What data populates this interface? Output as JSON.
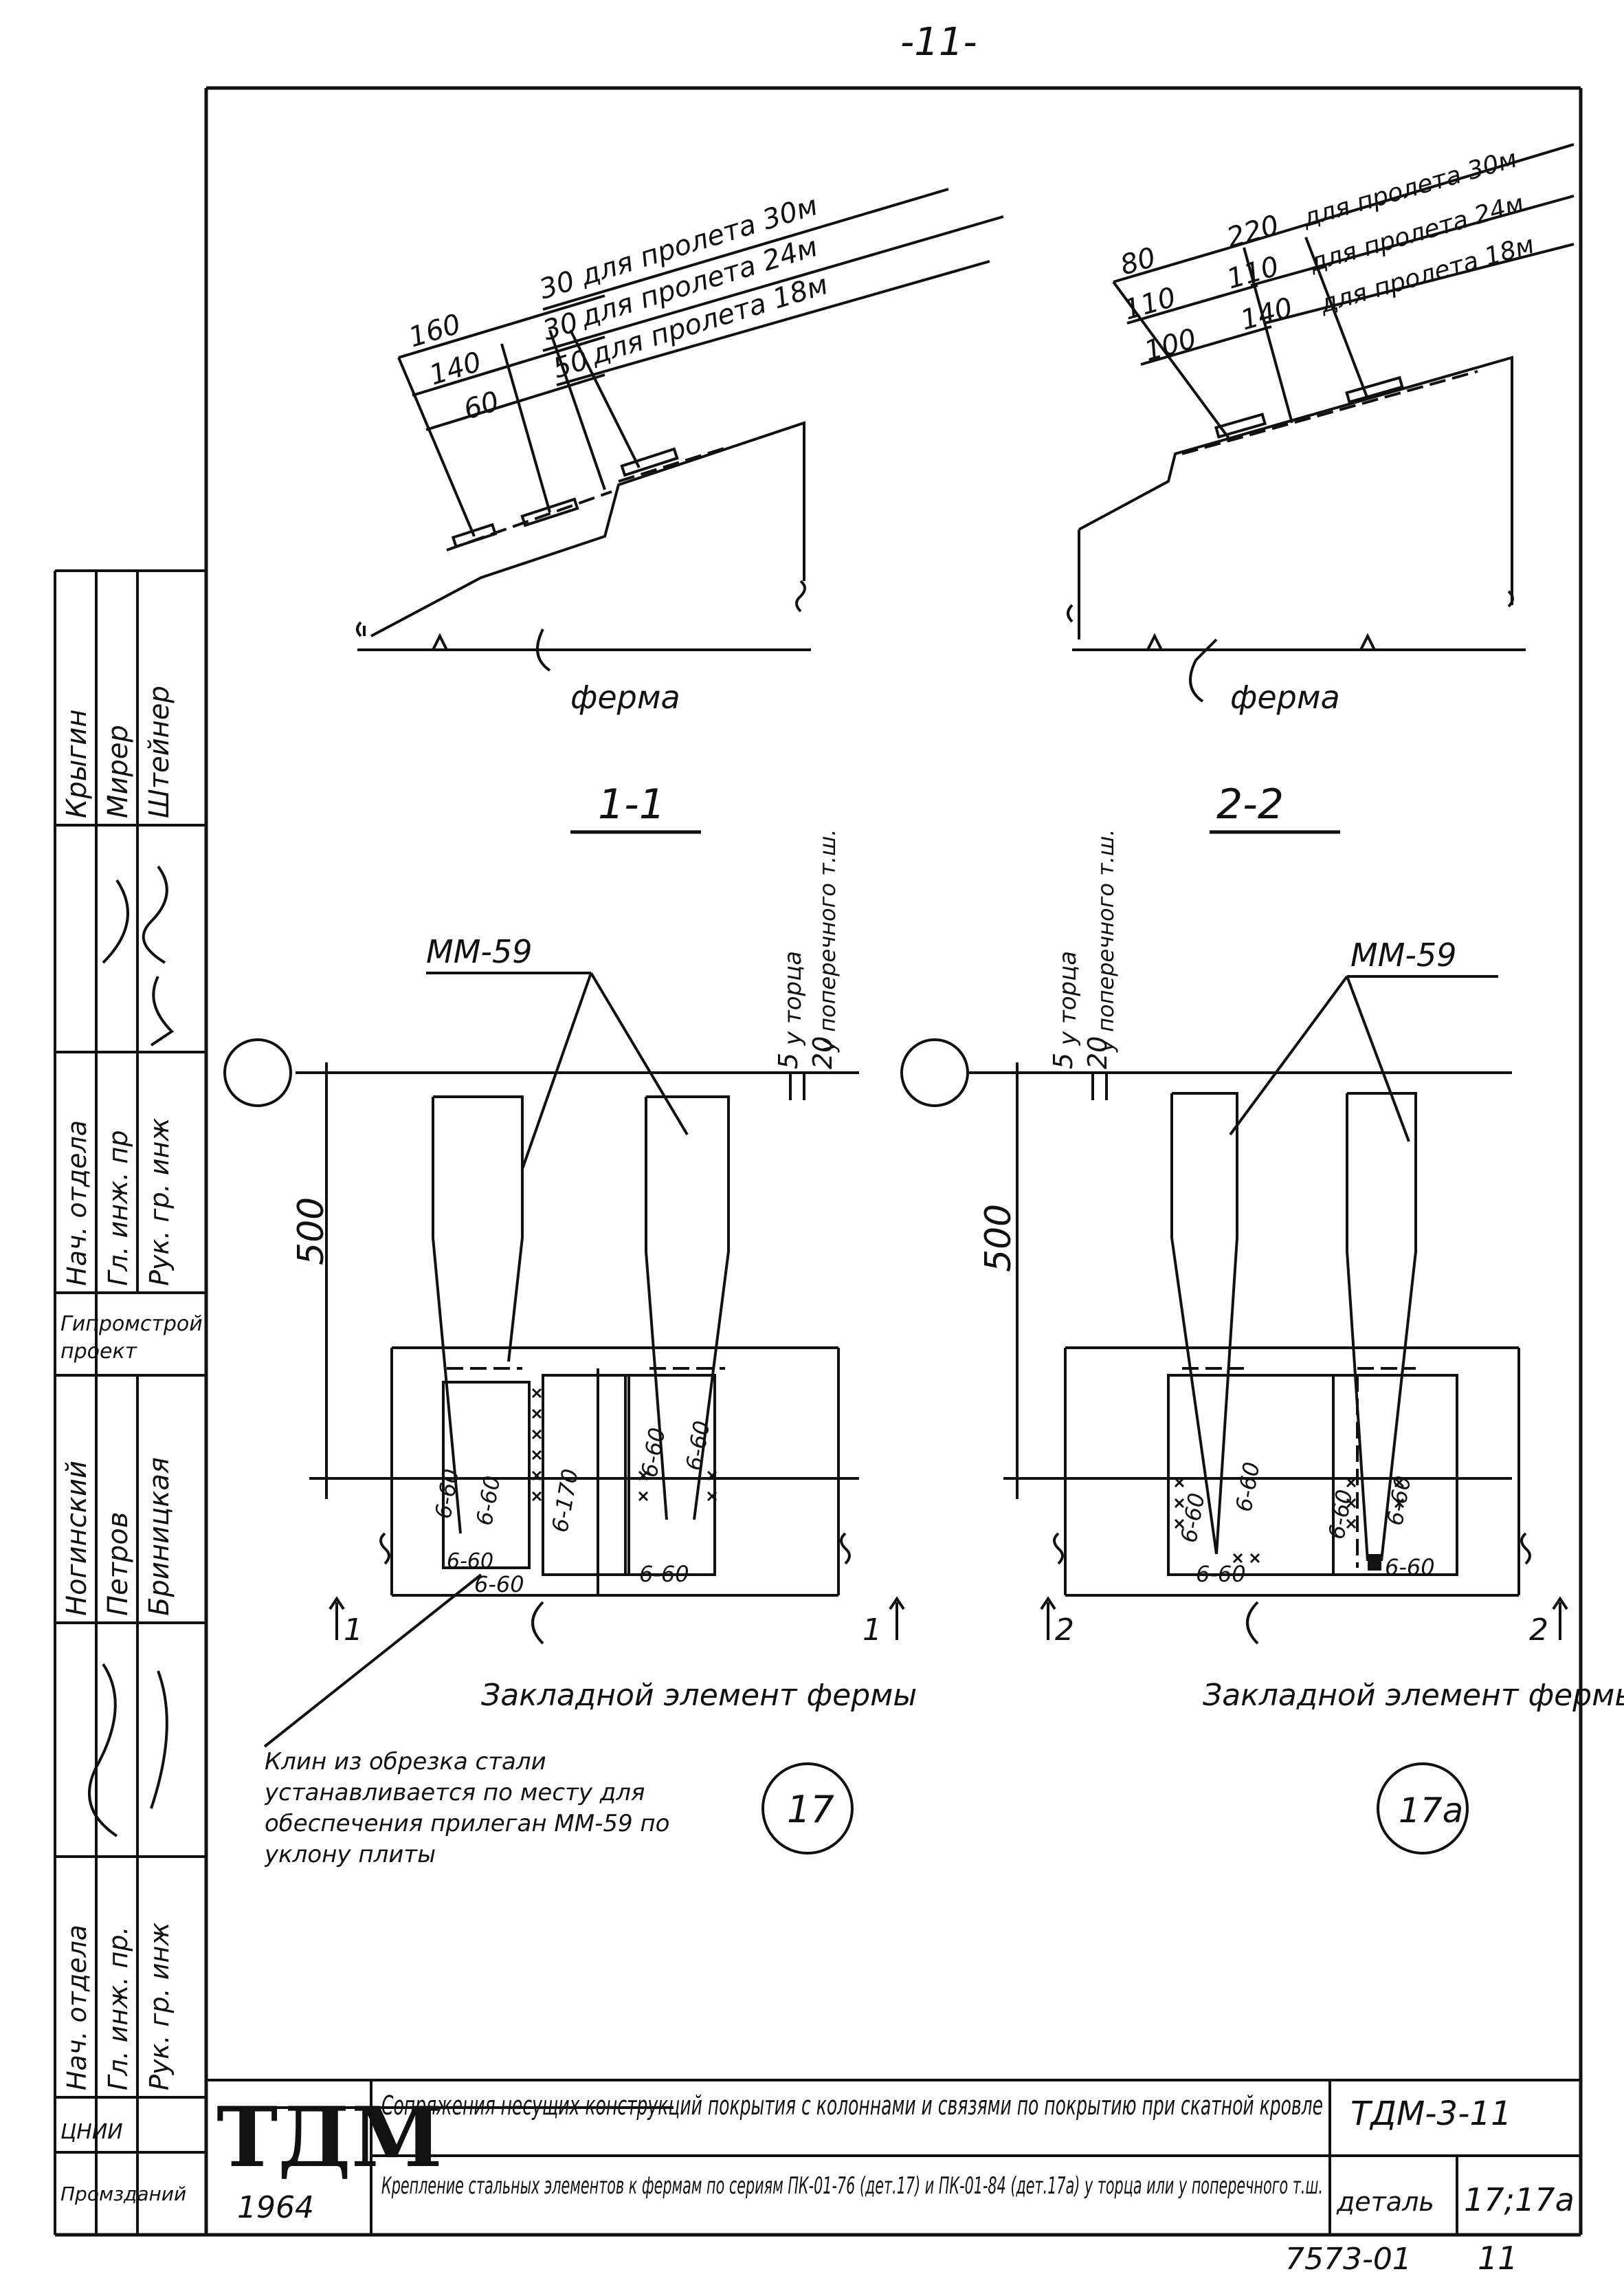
{
  "page_number": "-11-",
  "sections": {
    "left": {
      "dims": [
        "160",
        "140",
        "60",
        "30",
        "30",
        "50"
      ],
      "span_notes": [
        "для пролета 30м",
        "для пролета 24м",
        "для пролета 18м"
      ],
      "truss_label": "ферма",
      "section_label": "1-1"
    },
    "right": {
      "dims": [
        "80",
        "110",
        "100",
        "220",
        "110",
        "140"
      ],
      "span_notes": [
        "для пролета 30м",
        "для пролета 24м",
        "для пролета 18м"
      ],
      "truss_label": "ферма",
      "section_label": "2-2"
    }
  },
  "details": {
    "left": {
      "part_mark": "ММ-59",
      "height_dim": "500",
      "offsets": [
        "5",
        "20"
      ],
      "offset_notes": [
        "у торца",
        "у поперечного т.ш."
      ],
      "welds": [
        "6-60",
        "6-60",
        "6-170",
        "6-60",
        "6-60",
        "6-60",
        "6-60",
        "6-60"
      ],
      "embedded_label": "Закладной элемент фермы",
      "cut_mark": "1",
      "detail_number": "17",
      "note": "Клин из обрезка стали устанавливается по месту для обеспечения прилеган ММ-59 по уклону плиты"
    },
    "right": {
      "part_mark": "ММ-59",
      "height_dim": "500",
      "offsets": [
        "5",
        "20"
      ],
      "offset_notes": [
        "у торца",
        "у поперечного т.ш."
      ],
      "welds": [
        "6-60",
        "6-60",
        "6-60",
        "6-60",
        "6-60",
        "6-60"
      ],
      "embedded_label": "Закладной элемент фермы",
      "cut_mark": "2",
      "detail_number": "17а"
    }
  },
  "side_stamp": {
    "roles": [
      "Нач. отдела",
      "Гл. инж. пр",
      "Рук. гр. инж",
      "Нач. отдела",
      "Гл. инж. пр.",
      "Рук. гр. инж"
    ],
    "names": [
      "Крыгин",
      "Мирер",
      "Штейнер",
      "Ногинский",
      "Петров",
      "Бриницкая"
    ],
    "orgs": [
      "Гипромстрой",
      "проект",
      "ЦНИИ",
      "Промзданий"
    ]
  },
  "title_block": {
    "logo": "ТДМ",
    "year": "1964",
    "title_line1": "Сопряжения несущих конструкций покрытия с колоннами и связями по покрытию при скатной кровле",
    "title_line2": "Крепление стальных элементов к фермам по сериям ПК-01-76 (дет.17) и ПК-01-84 (дет.17а) у торца или у поперечного т.ш.",
    "code": "ТДМ-3-11",
    "detail_label": "деталь",
    "detail_numbers": "17;17а"
  },
  "sheet_code": "7573-01",
  "sheet_number": "11"
}
